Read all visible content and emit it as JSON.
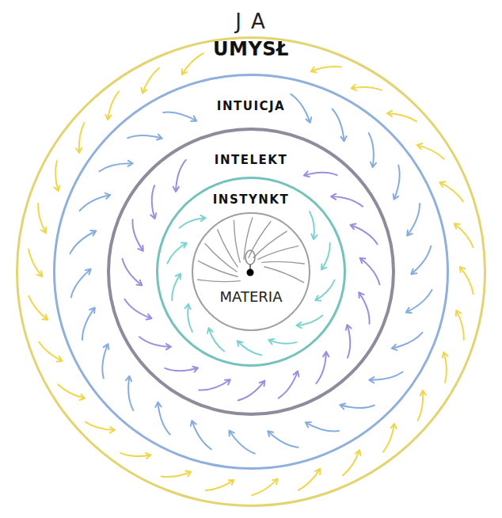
{
  "diagram": {
    "title": "J A",
    "nodes": [
      {
        "text": [
          "UMYSŁ"
        ]
      },
      {
        "text": [
          "INTUICJA"
        ],
        "in": 0
      },
      {
        "text": [
          "INTELEKT"
        ],
        "in": 1
      },
      {
        "text": [
          "INSTYNKT"
        ],
        "in": 2
      },
      {
        "text": [
          "MATERIA"
        ],
        "in": 3
      }
    ]
  }
}
